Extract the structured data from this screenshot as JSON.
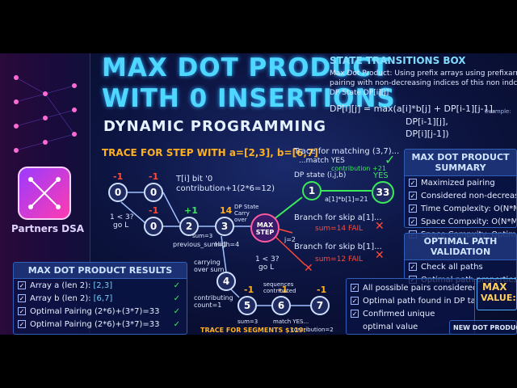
{
  "title_line1": "MAX DOT PRODUCT",
  "title_line2": "WITH 0 INSERTIONS",
  "subtitle": "DYNAMIC PROGRAMMING",
  "brand": "Partners DSA",
  "trace_heading": "TRACE FOR STEP WITH a=[2,3], b=[6,7]",
  "state_box": {
    "title": "STATE TRANSITIONS BOX",
    "line1": "Max Dot Product: Using prefix arrays using prefixarrays",
    "line2": "pairing with non-decreasing indices of this non indces.",
    "line3": "DP State DP[i][j]",
    "formula1": "DP[i][j] = max(a[i]*b[j] + DP[i-1][j-1],",
    "formula2": "DP[i-1][j],",
    "formula3": "DP[i][j-1])",
    "example": "Example:"
  },
  "summary": {
    "title": "MAX DOT PRODUCT SUMMARY",
    "items": [
      "Maximized pairing",
      "Considered non-decreasing indi",
      "Time Complexity: O(N*M)",
      "Space Compxity: O(N*M) (DP",
      "Space Compxity: Optimized"
    ]
  },
  "optimal": {
    "title": "OPTIMAL PATH VALIDATION",
    "items": [
      "Check all paths",
      "Optimal path properties, etc."
    ]
  },
  "results": {
    "title": "MAX DOT PRODUCT RESULTS",
    "rows": [
      {
        "label": "Array a (len 2):",
        "value": "[2,3]"
      },
      {
        "label": "Array b (len 2):",
        "value": "[6,7]"
      },
      {
        "label": "Optimal Pairing (2*6)+(3*7)=33",
        "value": ""
      },
      {
        "label": "Optimal Pairing (2*6)+(3*7)=33",
        "value": ""
      }
    ]
  },
  "checks": {
    "items": [
      "All possible pairs considered",
      "Optimal path found in DP table",
      "Confirmed unique",
      "optimal value"
    ]
  },
  "max_value": {
    "label1": "MAX",
    "label2": "VALUE:"
  },
  "new_box": "NEW DOT PRODUCT/P",
  "graph": {
    "t_label": "T[i] bit '0",
    "contribution": "contribution+1(2*6=12)",
    "lt3": "1 < 3?",
    "go_l": "go L",
    "prev_sum": "previous_sum=1",
    "high": "High=4",
    "sum3": "sum=3",
    "carry": "carrying over sum",
    "contrib_count": "contributing count=1",
    "dp_state": "DP State Carry over",
    "max_step": "MAX STEP",
    "match_text": "Trace for matching (3,7)...",
    "match_yes": "...match YES",
    "contrib21": "contribution +21",
    "dp_state_ijb": "DP state (i,j,b)",
    "yes": "YES",
    "a1b1": "a[1]*b[1]=21",
    "skip_a": "Branch for skip a[1]...",
    "skip_a_sum": "sum=14 FAIL",
    "skip_b": "Branch for skip b[1]...",
    "skip_b_sum": "sum=12 FAIL",
    "j2": "j=2",
    "seq": "sequences contributed",
    "match_yes2": "match YES...",
    "contrib2": "contribution=2",
    "trace_bottom": "TRACE FOR SEGMENTS $119:",
    "nodes": [
      "0",
      "0",
      "0",
      "2",
      "3",
      "1",
      "33",
      "4",
      "5",
      "6",
      "7"
    ],
    "node_neg": [
      "-1",
      "-1",
      "-1",
      "+1",
      "14",
      "-1",
      "-1",
      "-1"
    ]
  },
  "colors": {
    "accent": "#4fd8ff",
    "gold": "#ffb020",
    "ok": "#3bea5b",
    "fail": "#ff4a3a"
  }
}
